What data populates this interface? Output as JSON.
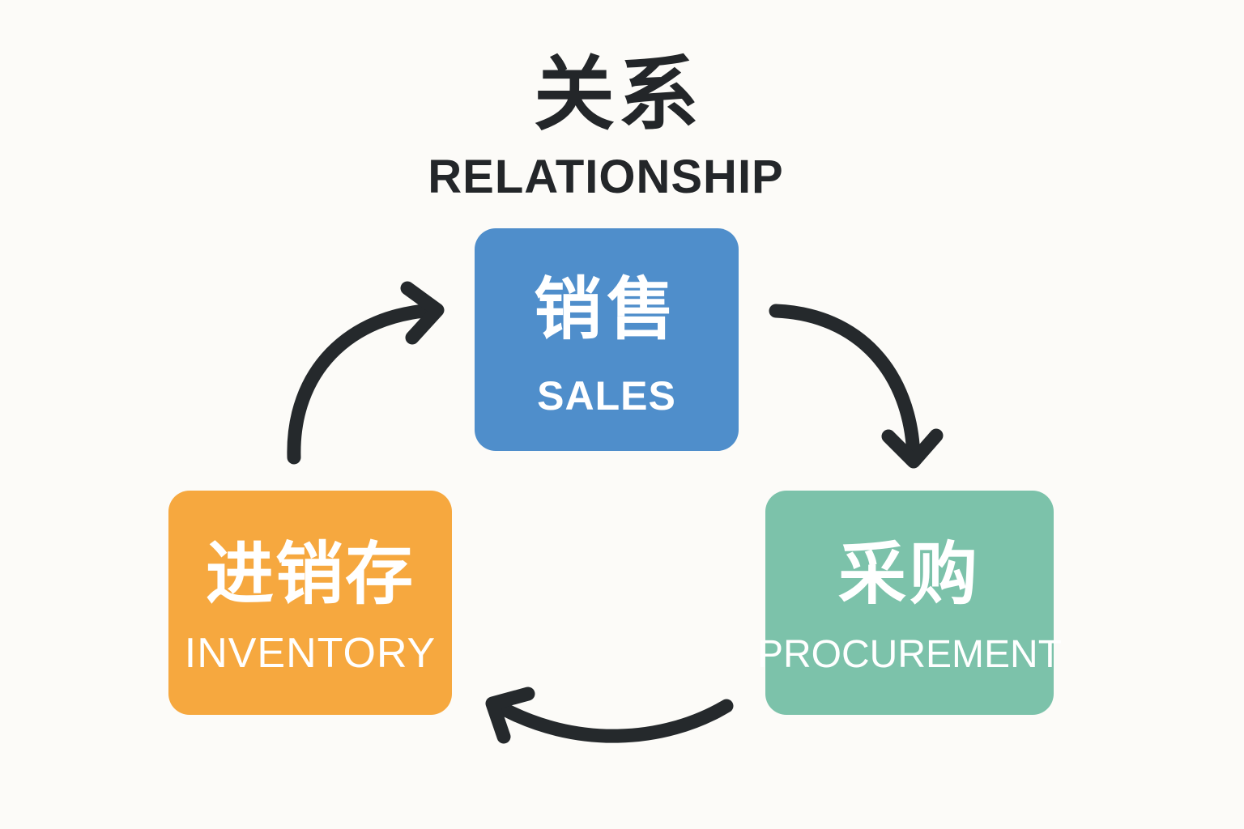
{
  "title": {
    "zh": "关系",
    "en": "RELATIONSHIP"
  },
  "nodes": {
    "sales": {
      "zh": "销售",
      "en": "SALES",
      "color": "#4f8ecb"
    },
    "inventory": {
      "zh": "进销存",
      "en": "INVENTORY",
      "color": "#f6a83f"
    },
    "procurement": {
      "zh": "采购",
      "en": "PROCUREMENT",
      "color": "#7cc2aa"
    }
  },
  "edges": [
    {
      "from": "inventory",
      "to": "sales",
      "icon": "curved-arrow-icon"
    },
    {
      "from": "sales",
      "to": "procurement",
      "icon": "curved-arrow-icon"
    },
    {
      "from": "procurement",
      "to": "inventory",
      "icon": "curved-arrow-icon"
    }
  ],
  "arrow_color": "#25292c",
  "background_color": "#fcfbf8"
}
